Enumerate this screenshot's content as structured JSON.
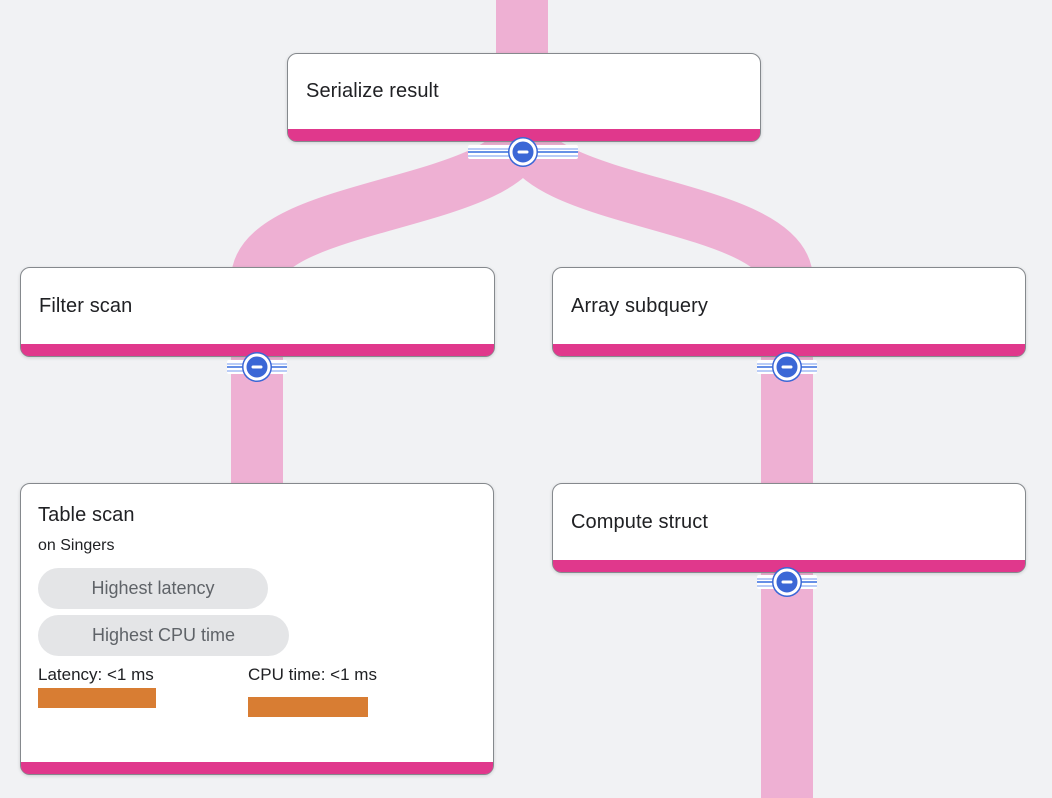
{
  "diagram": {
    "type": "query-execution-plan-tree",
    "colors": {
      "background": "#f1f2f4",
      "flow_link_pink": "#eeb0d3",
      "node_accent_bar_magenta": "#e0388c",
      "node_border_gray": "#85898d",
      "collapse_button_blue": "#3b67d6",
      "stripe_light_blue": "#b9ccf7",
      "stripe_mid_blue": "#6790e6",
      "metric_bar_orange": "#d87d33",
      "badge_background": "#e4e5e7",
      "badge_text": "#5f6368",
      "text_primary": "#202124"
    },
    "nodes": [
      {
        "title": "Serialize result"
      },
      {
        "title": "Filter scan"
      },
      {
        "title": "Array subquery"
      },
      {
        "title": "Table scan",
        "subtitle": "on Singers",
        "badges": [
          "Highest latency",
          "Highest CPU time"
        ],
        "metrics": [
          {
            "label": "Latency: <1 ms",
            "bar_fraction": 0.26
          },
          {
            "label": "CPU time: <1 ms",
            "bar_fraction": 0.27
          }
        ]
      },
      {
        "title": "Compute struct"
      }
    ],
    "edges": [
      {
        "from": "Serialize result",
        "to": "Filter scan"
      },
      {
        "from": "Serialize result",
        "to": "Array subquery"
      },
      {
        "from": "Filter scan",
        "to": "Table scan"
      },
      {
        "from": "Array subquery",
        "to": "Compute struct"
      },
      {
        "from": "Compute struct",
        "to": "(continues below viewport)"
      }
    ],
    "controls": {
      "collapse_icon": "minus"
    }
  }
}
